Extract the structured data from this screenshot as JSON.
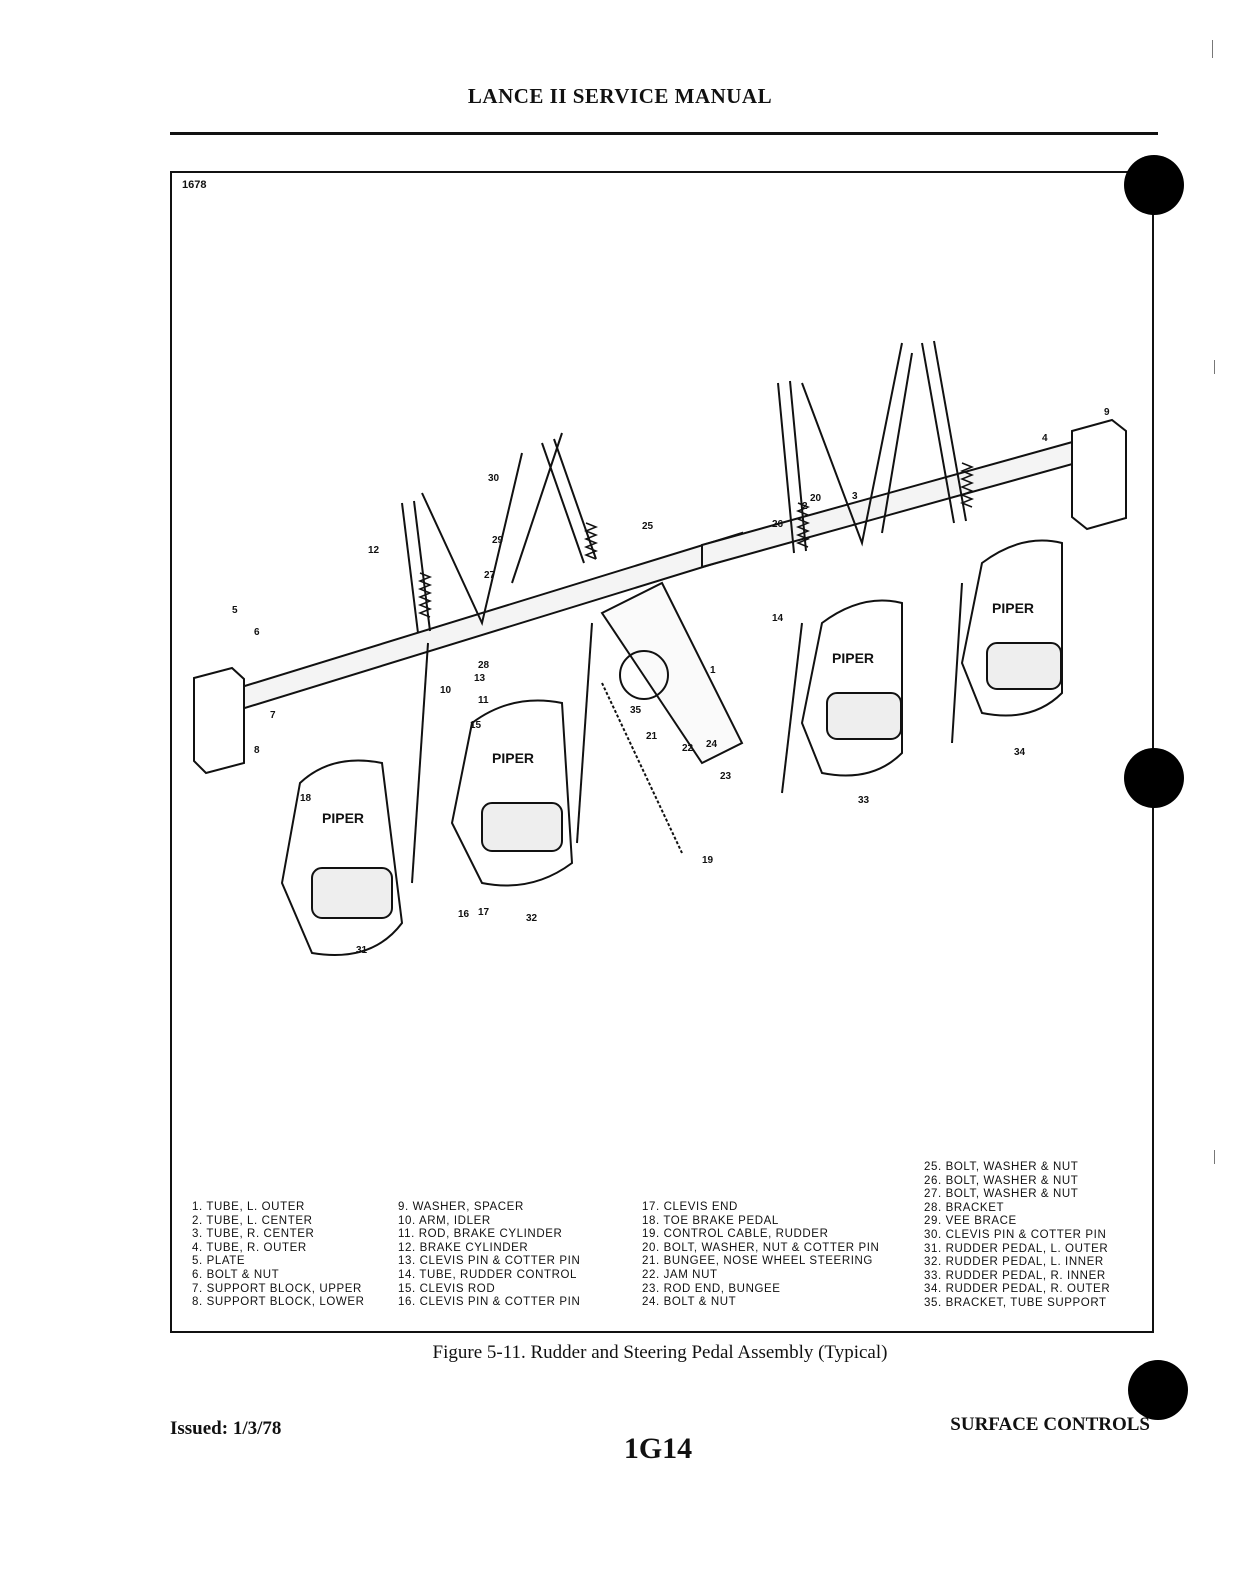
{
  "header": {
    "title": "LANCE II SERVICE MANUAL"
  },
  "figure": {
    "id": "1678",
    "caption": "Figure 5-11.  Rudder and Steering Pedal Assembly (Typical)",
    "pedal_brand": "PIPER",
    "callouts": [
      "1",
      "2",
      "3",
      "4",
      "5",
      "6",
      "7",
      "8",
      "9",
      "10",
      "11",
      "12",
      "13",
      "14",
      "15",
      "16",
      "17",
      "18",
      "19",
      "20",
      "21",
      "22",
      "23",
      "24",
      "25",
      "26",
      "27",
      "28",
      "29",
      "30",
      "31",
      "32",
      "33",
      "34",
      "35"
    ]
  },
  "legend": {
    "col1": [
      "1.  TUBE, L. OUTER",
      "2.  TUBE, L. CENTER",
      "3.  TUBE, R. CENTER",
      "4.  TUBE, R. OUTER",
      "5.  PLATE",
      "6.  BOLT & NUT",
      "7.  SUPPORT BLOCK, UPPER",
      "8.  SUPPORT BLOCK, LOWER"
    ],
    "col2": [
      "9.  WASHER, SPACER",
      "10.  ARM, IDLER",
      "11.  ROD, BRAKE CYLINDER",
      "12.  BRAKE CYLINDER",
      "13.  CLEVIS PIN & COTTER PIN",
      "14.  TUBE, RUDDER CONTROL",
      "15.  CLEVIS ROD",
      "16.  CLEVIS PIN & COTTER PIN"
    ],
    "col3": [
      "17.  CLEVIS END",
      "18.  TOE BRAKE PEDAL",
      "19.  CONTROL CABLE, RUDDER",
      "20.  BOLT, WASHER, NUT & COTTER PIN",
      "21.  BUNGEE, NOSE WHEEL STEERING",
      "22.  JAM NUT",
      "23.  ROD END, BUNGEE",
      "24.  BOLT & NUT"
    ],
    "col4": [
      "25.  BOLT, WASHER & NUT",
      "26.  BOLT, WASHER & NUT",
      "27.  BOLT, WASHER & NUT",
      "28.  BRACKET",
      "29.  VEE BRACE",
      "30.  CLEVIS PIN & COTTER PIN",
      "31.  RUDDER PEDAL, L. OUTER",
      "32.  RUDDER PEDAL, L. INNER",
      "33.  RUDDER PEDAL, R. INNER",
      "34.  RUDDER PEDAL, R. OUTER",
      "35.  BRACKET, TUBE SUPPORT"
    ]
  },
  "footer": {
    "issued": "Issued:  1/3/78",
    "section": "SURFACE CONTROLS",
    "page_code": "1G14"
  }
}
